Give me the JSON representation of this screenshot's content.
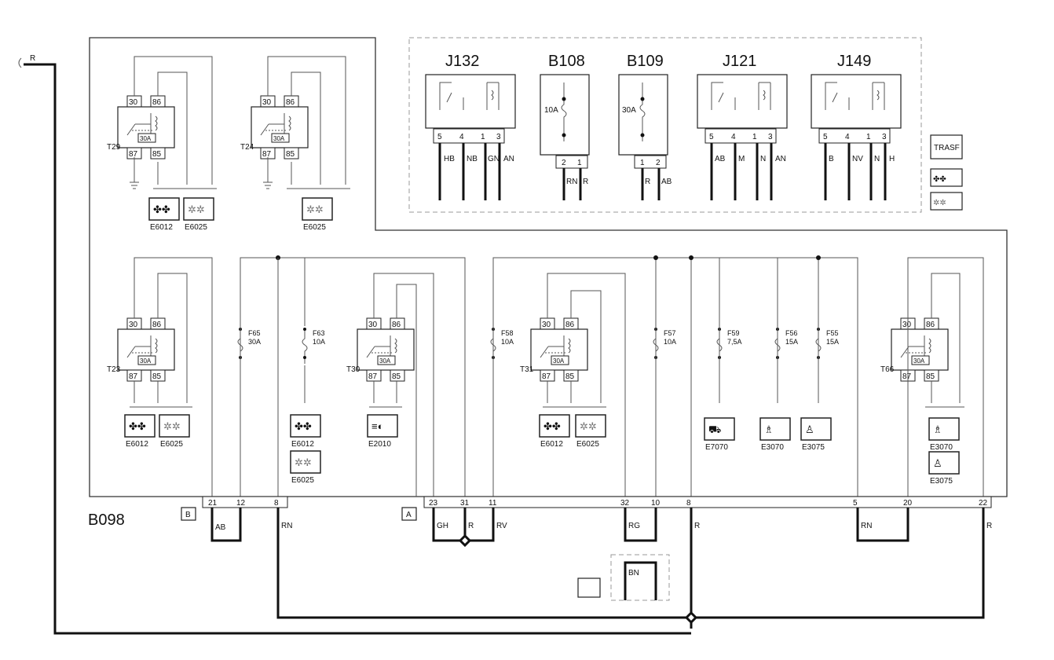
{
  "main_connector": {
    "label": "B098",
    "side_b": "B",
    "side_a": "A"
  },
  "feed_wire": "R",
  "relay_amp": "30A",
  "relay_pins": [
    "30",
    "86",
    "87",
    "85"
  ],
  "relays": [
    "T29",
    "T24",
    "T23",
    "T30",
    "T31",
    "T66"
  ],
  "components": [
    "E6012",
    "E6025",
    "E2010",
    "E7070",
    "E3070",
    "E3075"
  ],
  "fuses": [
    {
      "name": "F65",
      "rating": "30A"
    },
    {
      "name": "F63",
      "rating": "10A"
    },
    {
      "name": "F58",
      "rating": "10A"
    },
    {
      "name": "F57",
      "rating": "10A"
    },
    {
      "name": "F59",
      "rating": "7,5A"
    },
    {
      "name": "F56",
      "rating": "15A"
    },
    {
      "name": "F55",
      "rating": "15A"
    }
  ],
  "inset_devices": [
    {
      "name": "J132",
      "pins": [
        "5",
        "4",
        "1",
        "3"
      ],
      "wires": [
        "HB",
        "NB",
        "GN",
        "AN"
      ]
    },
    {
      "name": "B108",
      "rating": "10A",
      "pins": [
        "2",
        "1"
      ],
      "wires": [
        "RN",
        "R"
      ]
    },
    {
      "name": "B109",
      "rating": "30A",
      "pins": [
        "1",
        "2"
      ],
      "wires": [
        "R",
        "AB"
      ]
    },
    {
      "name": "J121",
      "pins": [
        "5",
        "4",
        "1",
        "3"
      ],
      "wires": [
        "AB",
        "M",
        "N",
        "AN"
      ]
    },
    {
      "name": "J149",
      "pins": [
        "5",
        "4",
        "1",
        "3"
      ],
      "wires": [
        "B",
        "NV",
        "N",
        "H"
      ]
    }
  ],
  "legend_label": "TRASF",
  "connector_b_pins": [
    "21",
    "12",
    "8"
  ],
  "connector_a_pins": [
    "23",
    "31",
    "11",
    "32",
    "10",
    "8",
    "5",
    "20",
    "22"
  ],
  "bottom_wires": [
    "AB",
    "RN",
    "GH",
    "R",
    "RV",
    "RG",
    "R",
    "RN",
    "R",
    "BN"
  ]
}
